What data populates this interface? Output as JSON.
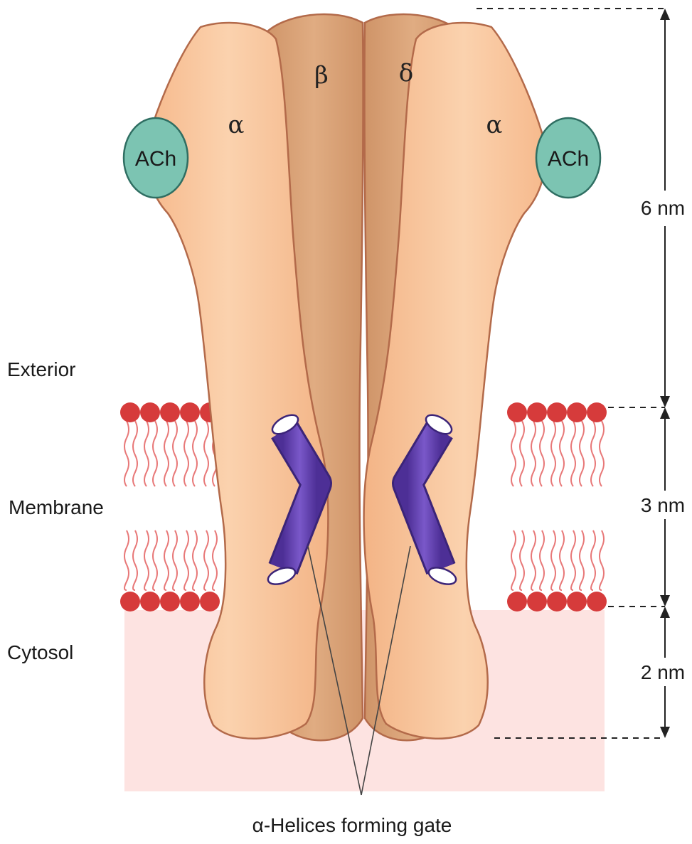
{
  "labels": {
    "exterior": "Exterior",
    "membrane": "Membrane",
    "cytosol": "Cytosol",
    "caption": "α-Helices forming gate"
  },
  "subunits": {
    "alpha_left": "α",
    "beta": "β",
    "delta": "δ",
    "alpha_right": "α"
  },
  "ligands": {
    "ach_left": "ACh",
    "ach_right": "ACh"
  },
  "dimensions": {
    "extracellular": "6 nm",
    "membrane": "3 nm",
    "cytosolic": "2 nm"
  },
  "colors": {
    "alpha_subunit": "#f8c49a",
    "inner_subunit": "#d9a277",
    "outline": "#b36a4a",
    "ach": "#7cc4b2",
    "helix": "#6a46b8",
    "lipid_head": "#d63b3b",
    "lipid_tail": "#e87878",
    "cytosol": "#fde3e1"
  }
}
